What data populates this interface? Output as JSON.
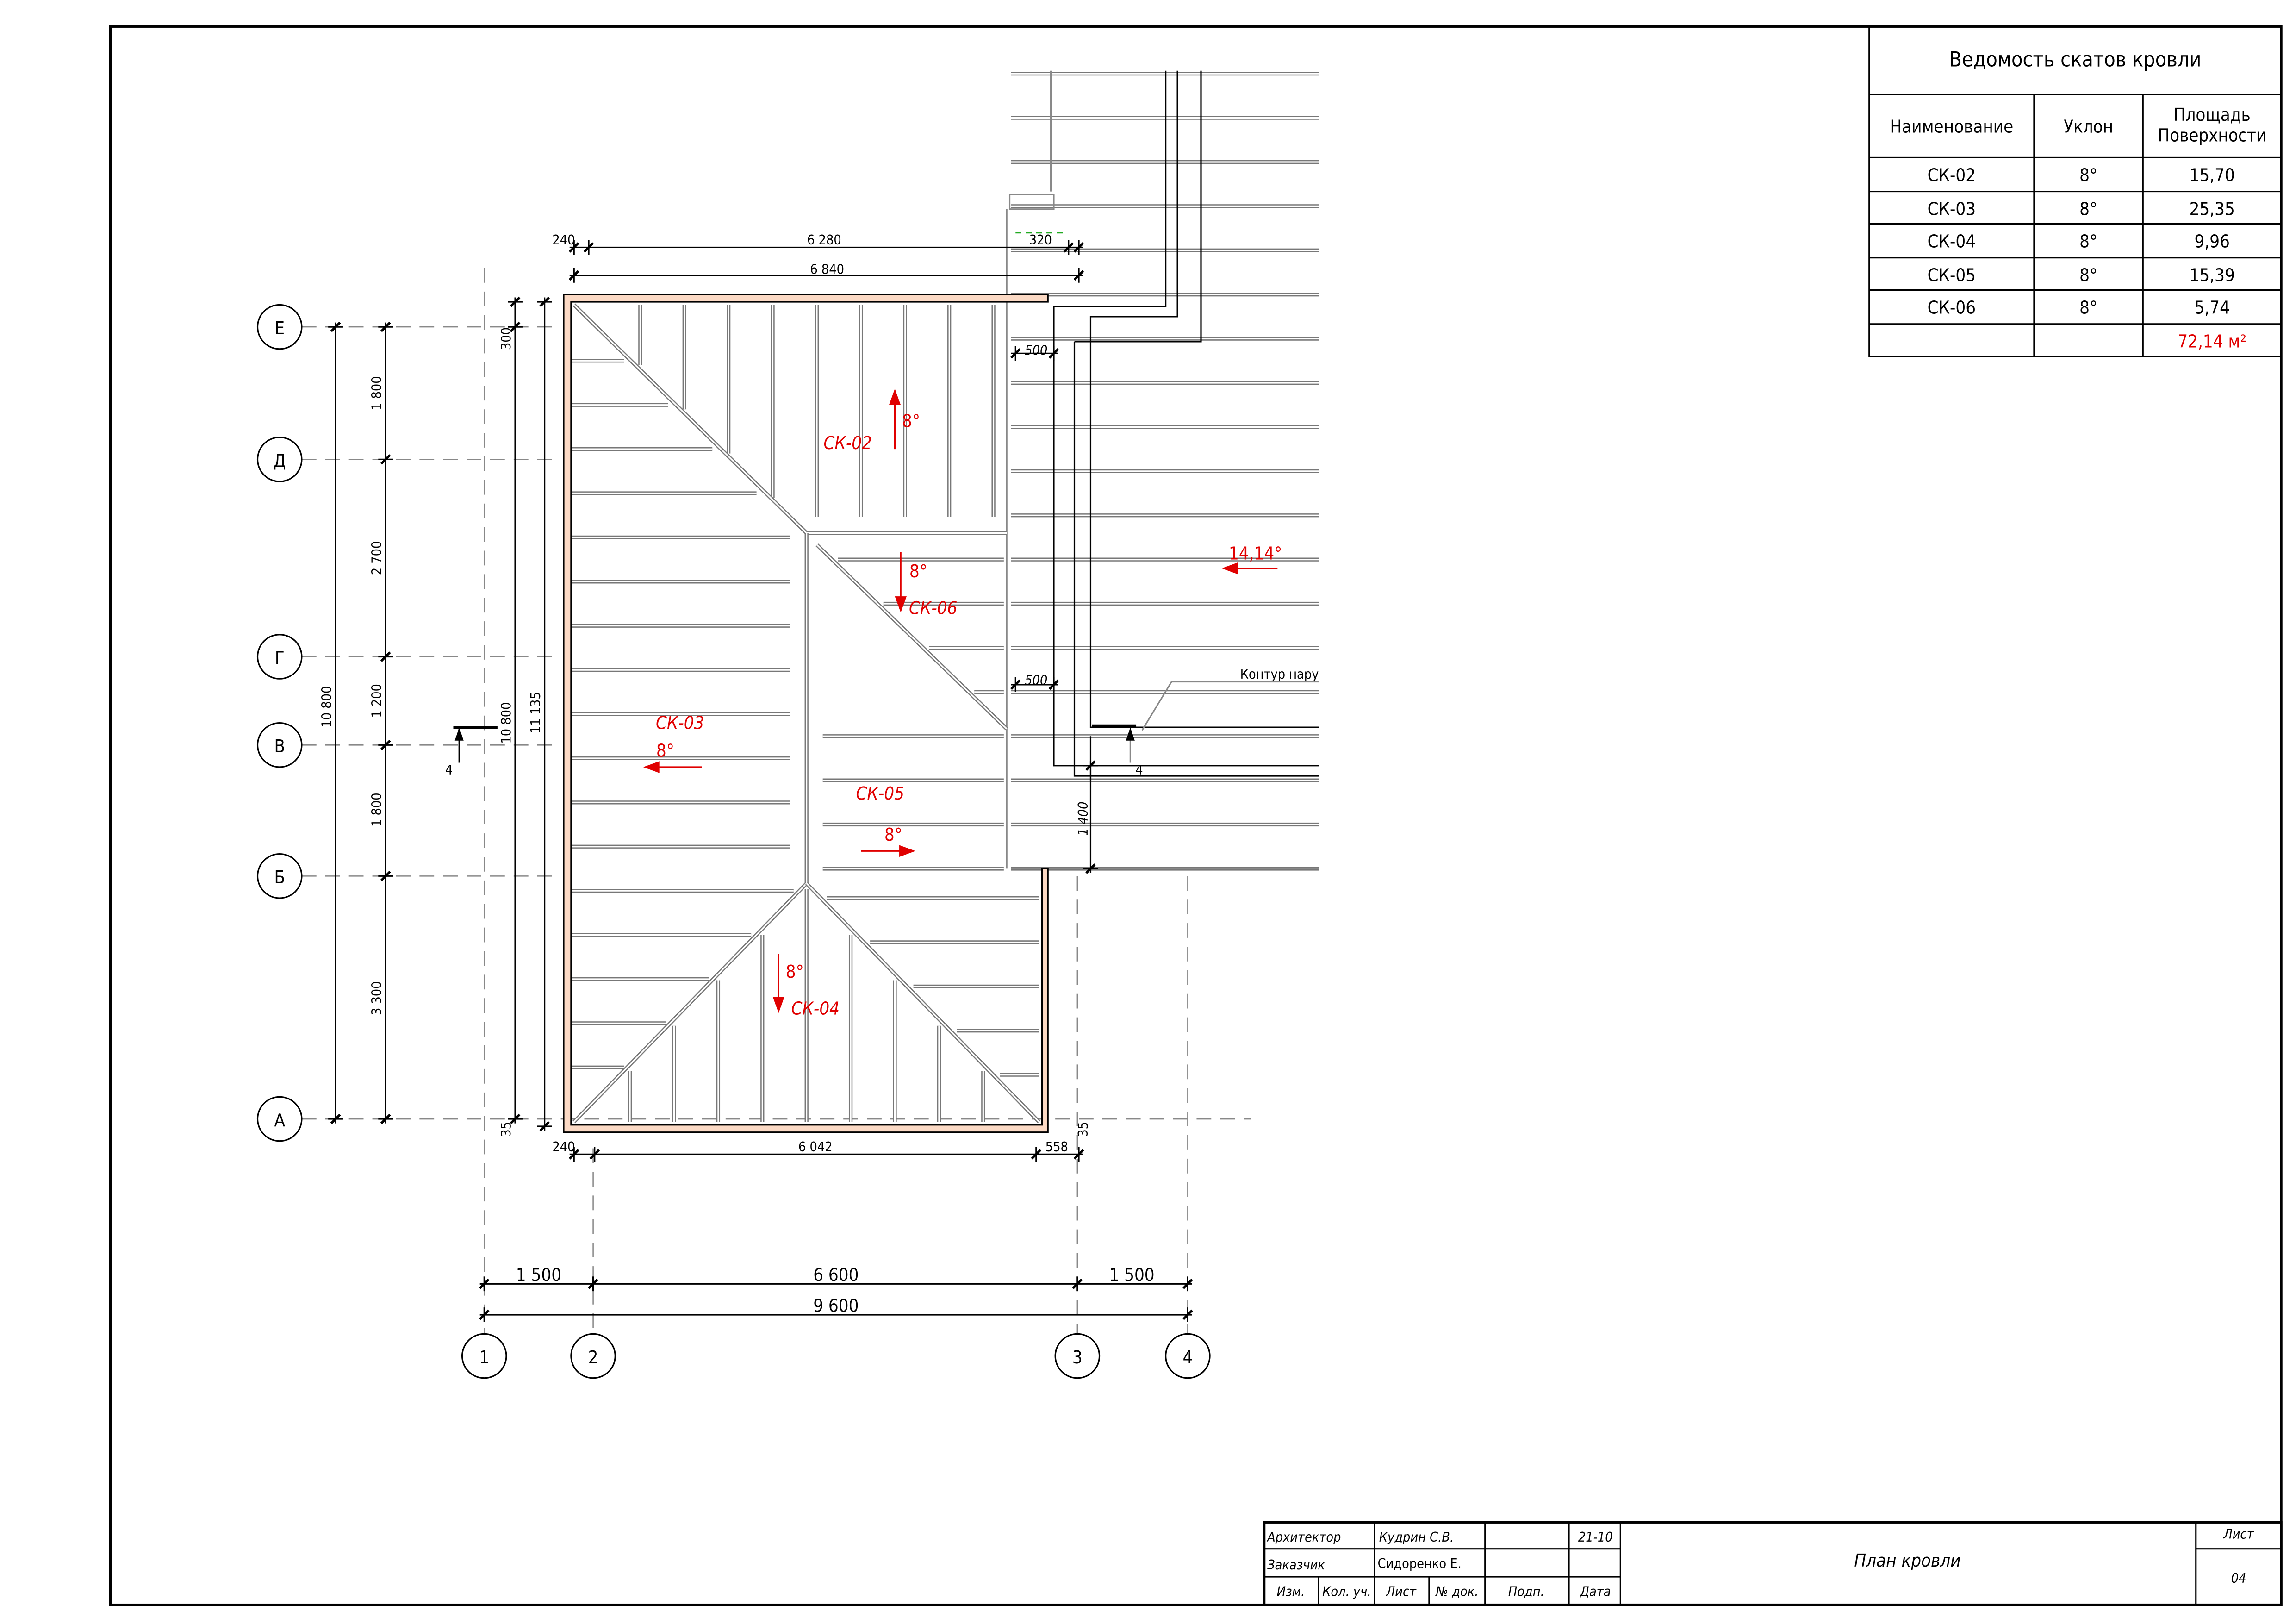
{
  "schedule": {
    "title": "Ведомость скатов кровли",
    "headers": [
      "Наименование",
      "Уклон",
      "Площадь",
      "Поверхности"
    ],
    "rows": [
      {
        "name": "СК-02",
        "slope": "8°",
        "area": "15,70"
      },
      {
        "name": "СК-03",
        "slope": "8°",
        "area": "25,35"
      },
      {
        "name": "СК-04",
        "slope": "8°",
        "area": "9,96"
      },
      {
        "name": "СК-05",
        "slope": "8°",
        "area": "15,39"
      },
      {
        "name": "СК-06",
        "slope": "8°",
        "area": "5,74"
      }
    ],
    "total": "72,14  м²"
  },
  "title_block": {
    "architect_label": "Архитектор",
    "architect": "Кудрин С.В.",
    "client_label": "Заказчик",
    "client": "Сидоренко Е.",
    "code": "21-10",
    "sheet_title": "План кровли",
    "sheet_label": "Лист",
    "sheet_number": "04",
    "cols": [
      "Изм.",
      "Кол. уч.",
      "Лист",
      "№ док.",
      "Подп.",
      "Дата"
    ]
  },
  "axes": {
    "rows": [
      "Е",
      "Д",
      "Г",
      "В",
      "Б",
      "А"
    ],
    "cols": [
      "1",
      "2",
      "3",
      "4"
    ]
  },
  "dims": {
    "top1": [
      "240",
      "6 280",
      "320"
    ],
    "top2": "6 840",
    "bottom1": [
      "240",
      "6 042",
      "558"
    ],
    "bottom2": [
      "1 500",
      "6 600",
      "1 500"
    ],
    "bottom3": "9 600",
    "left_segments": [
      "1 800",
      "2 700",
      "1 200",
      "1 800",
      "3 300"
    ],
    "left_total": "10 800",
    "inner_total": "10 800",
    "inner_total2": "11 135",
    "offset_top": "300",
    "offset_bottom": "35",
    "offset_right": "35",
    "gap1": "500",
    "gap2": "500",
    "gap3": "1 400"
  },
  "slopes": {
    "sk02": {
      "label": "СК-02",
      "angle": "8°"
    },
    "sk06": {
      "label": "СК-06",
      "angle": "8°"
    },
    "sk03": {
      "label": "СК-03",
      "angle": "8°"
    },
    "sk05": {
      "label": "СК-05",
      "angle": "8°"
    },
    "sk04": {
      "label": "СК-04",
      "angle": "8°"
    },
    "existing": {
      "angle": "14,14°"
    }
  },
  "annotations": {
    "contour_label": "Контур нару",
    "section_mark_left": "4",
    "section_mark_right": "4"
  }
}
